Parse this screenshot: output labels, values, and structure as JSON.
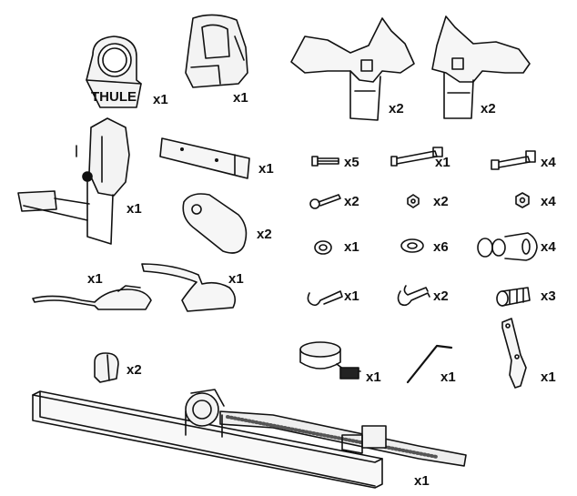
{
  "brand_text": "THULE",
  "parts": [
    {
      "id": "end-cap",
      "qty": "x1"
    },
    {
      "id": "strap-cover",
      "qty": "x1"
    },
    {
      "id": "wheel-holder-left",
      "qty": "x2"
    },
    {
      "id": "wheel-holder-right",
      "qty": "x2"
    },
    {
      "id": "hitch-mount",
      "qty": "x1"
    },
    {
      "id": "square-tube",
      "qty": "x1"
    },
    {
      "id": "bolt-short",
      "qty": "x5"
    },
    {
      "id": "bolt-long",
      "qty": "x1"
    },
    {
      "id": "bolt-medium",
      "qty": "x4"
    },
    {
      "id": "cover-plate",
      "qty": "x2"
    },
    {
      "id": "screw-small",
      "qty": "x2"
    },
    {
      "id": "nut-small",
      "qty": "x2"
    },
    {
      "id": "nut-large",
      "qty": "x4"
    },
    {
      "id": "frame-holder-left",
      "qty": "x1"
    },
    {
      "id": "frame-holder-right",
      "qty": "x1"
    },
    {
      "id": "washer-split",
      "qty": "x1"
    },
    {
      "id": "washer-flat",
      "qty": "x6"
    },
    {
      "id": "lock-cylinder-set",
      "qty": "x4"
    },
    {
      "id": "key-single",
      "qty": "x1"
    },
    {
      "id": "key-pair",
      "qty": "x2"
    },
    {
      "id": "lock-core",
      "qty": "x3"
    },
    {
      "id": "clamp-knob",
      "qty": "x2"
    },
    {
      "id": "strap",
      "qty": "x1"
    },
    {
      "id": "allen-key",
      "qty": "x1"
    },
    {
      "id": "bracket",
      "qty": "x1"
    },
    {
      "id": "rail-assembly",
      "qty": "x1"
    }
  ]
}
